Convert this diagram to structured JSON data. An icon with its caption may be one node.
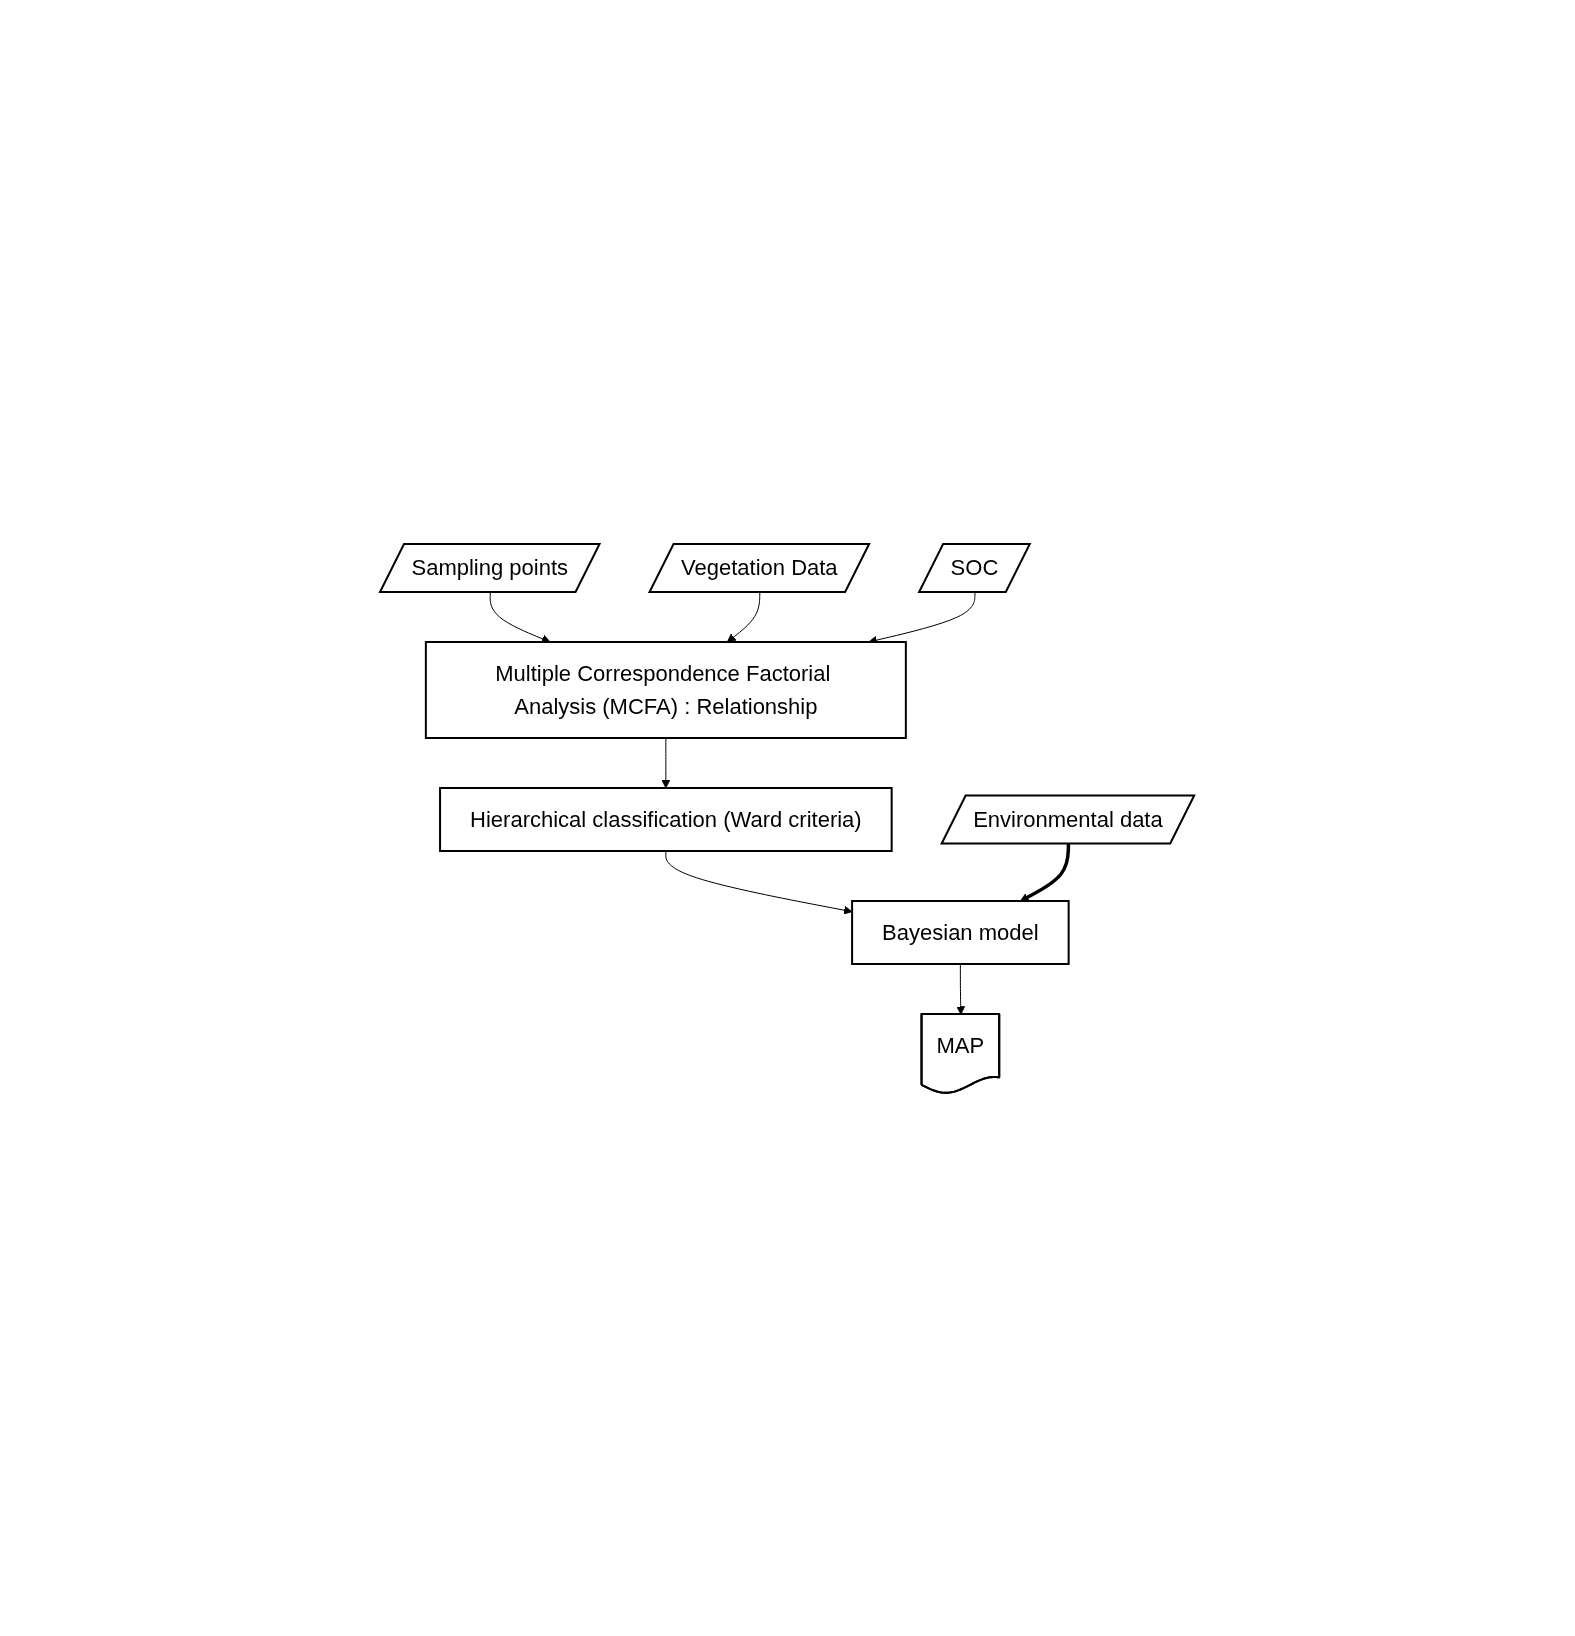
{
  "diagram": {
    "nodes": [
      {
        "text": [
          "Sampling points"
        ]
      },
      {
        "text": [
          "Vegetation Data"
        ]
      },
      {
        "text": [
          "SOC"
        ]
      },
      {
        "text": [
          "Multiple Correspondence Factorial Analysis (MCFA) : Relationship"
        ]
      },
      {
        "text": [
          "Hierarchical classification (Ward criteria)"
        ]
      },
      {
        "text": [
          "Environmental data"
        ]
      },
      {
        "text": [
          "Bayesian model"
        ]
      },
      {
        "text": [
          "MAP"
        ]
      }
    ],
    "edges": [
      {
        "from": 0,
        "to": 3,
        "arrow": "to"
      },
      {
        "from": 1,
        "to": 3,
        "arrow": "to"
      },
      {
        "from": 2,
        "to": 3,
        "arrow": "to"
      },
      {
        "from": 3,
        "to": 4,
        "arrow": "to"
      },
      {
        "from": 4,
        "to": 6,
        "arrow": "to"
      },
      {
        "from": 5,
        "to": 6,
        "arrow": "to",
        "style": "thick"
      },
      {
        "from": 6,
        "to": 7,
        "arrow": "to"
      }
    ]
  }
}
